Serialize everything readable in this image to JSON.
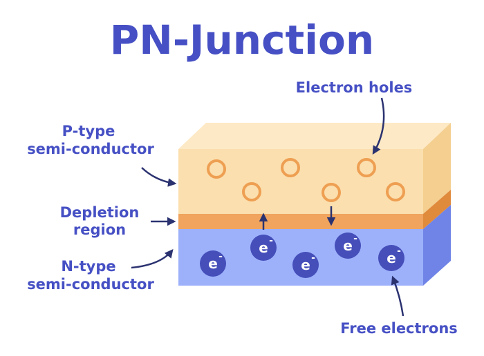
{
  "diagram": {
    "title": "PN-Junction",
    "labels": {
      "p_type_line1": "P-type",
      "p_type_line2": "semi-conductor",
      "depletion_line1": "Depletion",
      "depletion_line2": "region",
      "n_type_line1": "N-type",
      "n_type_line2": "semi-conductor",
      "electron_holes": "Electron holes",
      "free_electrons": "Free electrons"
    },
    "electron_symbol": "e",
    "electron_charge": "-",
    "colors": {
      "title": "#4650c4",
      "label": "#4650c4",
      "arrow": "#2b3270",
      "p_front": "#fbdfae",
      "p_top": "#fde9c5",
      "p_side": "#f4cf90",
      "depletion_front": "#f0a45e",
      "depletion_side": "#e08a3c",
      "n_front": "#9db1fb",
      "n_side": "#6f84e6",
      "hole_ring": "#ee9f52",
      "hole_fill": "#fbdfae",
      "electron": "#454eb9"
    }
  }
}
